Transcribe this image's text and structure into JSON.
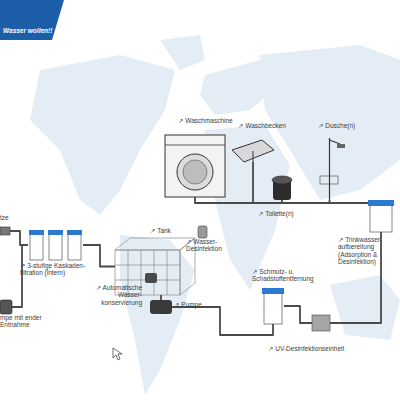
{
  "diagram": {
    "title": "Wasser wollen!!",
    "nodes": [
      {
        "text": [
          "↗ Waschmaschine"
        ]
      },
      {
        "text": [
          "↗ Waschbecken"
        ]
      },
      {
        "text": [
          "↗ Dusche(n)"
        ]
      },
      {
        "text": [
          "↗ Toilette(n)"
        ]
      },
      {
        "text": [
          "tze"
        ]
      },
      {
        "text": [
          "↗ Trinkwasser- aufbereitung (Adsorption & Desinfektion)"
        ]
      },
      {
        "text": [
          "↗ Tank"
        ]
      },
      {
        "text": [
          "↗ Automatische Wasser- konservierung"
        ],
        "in": 6
      },
      {
        "text": [
          "↗ Wasser- Desinfektion"
        ]
      },
      {
        "text": [
          "↗ 3-stufige Kaskaden- filtration (intern)"
        ]
      },
      {
        "text": [
          "↗ Schmutz- u. Schadstoffentfernung"
        ]
      },
      {
        "text": [
          "↗ Pumpe"
        ]
      },
      {
        "text": [
          "mpe mit ender Entnahme"
        ]
      },
      {
        "text": [
          "↗ UV-Desinfektionseinheit"
        ]
      }
    ],
    "edges": [
      {
        "from": 4,
        "to": 9,
        "arrow": "none"
      },
      {
        "from": 12,
        "to": 9,
        "arrow": "none"
      },
      {
        "from": 9,
        "to": 6,
        "arrow": "none"
      },
      {
        "from": 6,
        "to": 11,
        "arrow": "none"
      },
      {
        "from": 11,
        "to": 10,
        "arrow": "none"
      },
      {
        "from": 10,
        "to": 13,
        "arrow": "none"
      },
      {
        "from": 13,
        "to": 5,
        "arrow": "none"
      },
      {
        "from": 5,
        "to": 0,
        "arrow": "none"
      },
      {
        "from": 5,
        "to": 1,
        "arrow": "none"
      },
      {
        "from": 5,
        "to": 2,
        "arrow": "none"
      },
      {
        "from": 5,
        "to": 3,
        "arrow": "none"
      }
    ]
  }
}
